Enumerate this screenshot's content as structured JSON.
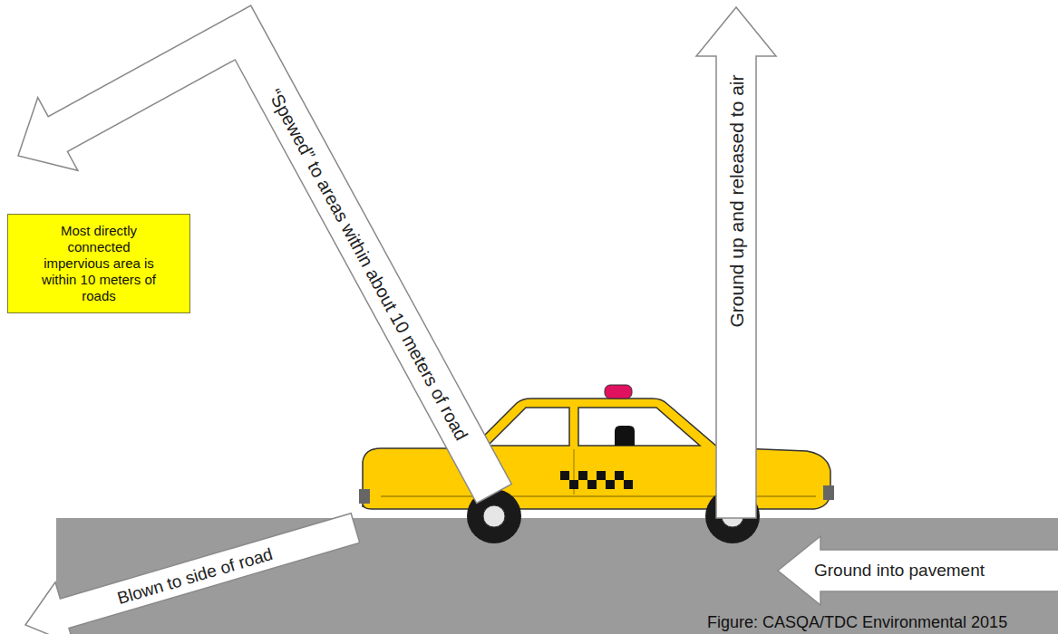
{
  "diagram": {
    "caption": "Figure: CASQA/TDC Environmental 2015",
    "nodes": [
      {
        "text": [
          "Most directly connected impervious area is within 10 meters of roads"
        ]
      }
    ],
    "labels": [
      "“Spewed” to areas within about 10 meters of road",
      "Ground up and released to air",
      "Ground into pavement",
      "Blown to side of road"
    ]
  }
}
